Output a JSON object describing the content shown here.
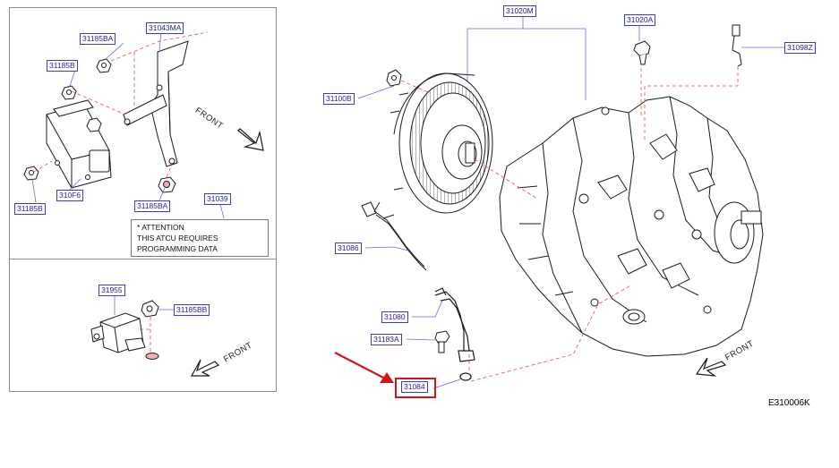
{
  "diagram_code": "E310006K",
  "front_label": "FRONT",
  "attention_note": {
    "line1": "*  ATTENTION",
    "line2": "THIS  ATCU  REQUIRES",
    "line3": "PROGRAMMING   DATA"
  },
  "panels": {
    "top_left": {
      "parts": {
        "p31043MA": "31043MA",
        "p31185BA_top": "31185BA",
        "p31185B_a": "31185B",
        "p310F6": "310F6",
        "p31185B_b": "31185B",
        "p31185BA_bottom": "31185BA",
        "p31039": "31039"
      }
    },
    "bottom_left": {
      "parts": {
        "p31955": "31955",
        "p31185BB": "31185BB"
      }
    },
    "main": {
      "parts": {
        "p31020M": "31020M",
        "p31020A": "31020A",
        "p31098Z": "31098Z",
        "p31100B": "31100B",
        "p31086": "31086",
        "p31080": "31080",
        "p31183A": "31183A",
        "p31084": "31084"
      },
      "highlighted_part": "31084"
    }
  },
  "colors": {
    "callout_text": "#1f1fa8",
    "callout_border": "#3d3db8",
    "leader_line": "#6b6bd6",
    "dashed_line": "#e05050",
    "highlight": "#d01818"
  }
}
